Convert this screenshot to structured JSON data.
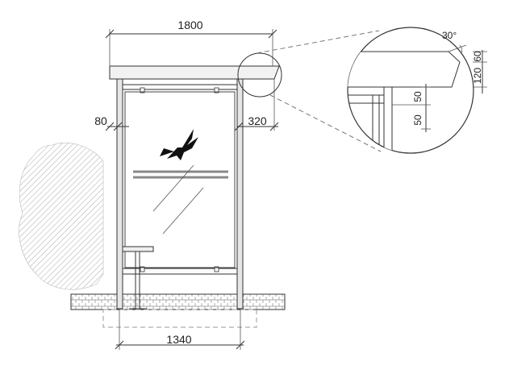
{
  "dimensions": {
    "width_top": "1800",
    "width_bottom": "1340",
    "left_offset": "80",
    "right_overhang": "320"
  },
  "detail": {
    "angle": "30°",
    "roof_depth": "60",
    "roof_height": "120",
    "gap_upper": "50",
    "gap_lower": "50"
  },
  "colors": {
    "line": "#333333",
    "glass": "#888888",
    "bird": "#111111"
  }
}
